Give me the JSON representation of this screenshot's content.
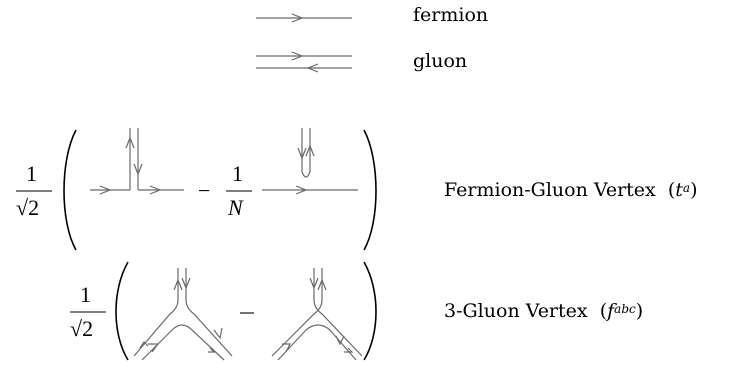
{
  "legend": {
    "fermion_label": "fermion",
    "gluon_label": "gluon"
  },
  "fermion_gluon_vertex": {
    "prefactor_numerator": "1",
    "prefactor_denominator": "√2",
    "minus_sign": "−",
    "inner_numerator": "1",
    "inner_denominator": "N",
    "label_text": "Fermion-Gluon Vertex",
    "label_symbol": "t",
    "label_superscript": "a"
  },
  "three_gluon_vertex": {
    "prefactor_numerator": "1",
    "prefactor_denominator": "√2",
    "minus_sign": "−",
    "label_text": "3-Gluon Vertex",
    "label_symbol": "f",
    "label_superscript": "abc"
  }
}
